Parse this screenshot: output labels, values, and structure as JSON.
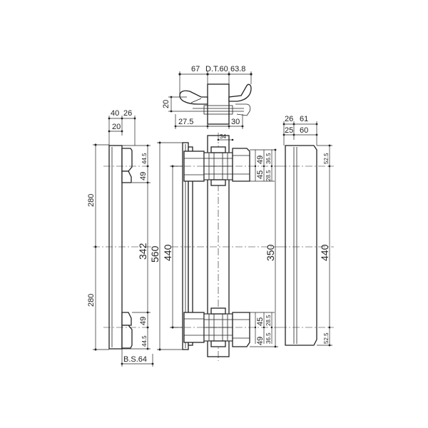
{
  "plan": {
    "d67": "67",
    "dt": "D.T.60",
    "d63_8": "63.8",
    "d20": "20",
    "d27_5": "27.5",
    "d30": "30"
  },
  "side": {
    "d40": "40",
    "d26": "26",
    "d20": "20",
    "d280a": "280",
    "d280b": "280",
    "d44_5a": "44.5",
    "d49a": "49",
    "d342": "342",
    "d49b": "49",
    "d44_5b": "44.5",
    "bs": "B.S.64"
  },
  "front": {
    "d560": "560",
    "d440": "440",
    "d34": "34",
    "d49a": "49",
    "d45a": "45",
    "d36_5a": "36.5",
    "d28_5a": "28.5",
    "d350": "350",
    "d45b": "45",
    "d49b": "49",
    "d36_5b": "36.5",
    "d28_5b": "28.5"
  },
  "back": {
    "d26": "26",
    "d61": "61",
    "d25": "25",
    "d60": "60",
    "d52_5a": "52.5",
    "d440": "440",
    "d52_5b": "52.5"
  }
}
